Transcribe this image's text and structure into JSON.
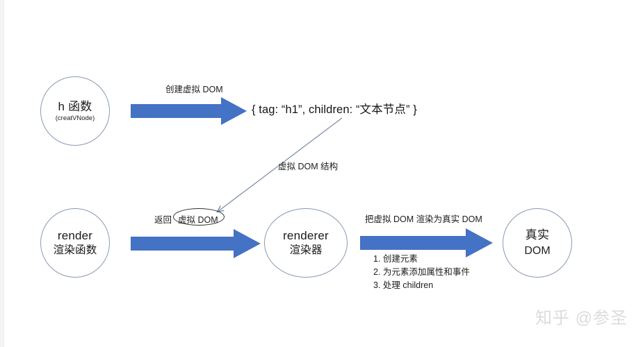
{
  "diagram": {
    "background_color": "#ffffff",
    "arrow_color": "#4472C4",
    "circle_stroke_color": "#8a99b3",
    "connector_color": "#7b8aa5",
    "nodes": [
      {
        "id": "h",
        "title": "h 函数",
        "subtitle": "(creatVNode)"
      },
      {
        "id": "render",
        "title": "render",
        "subtitle": "渲染函数"
      },
      {
        "id": "renderer",
        "title": "renderer",
        "subtitle": "渲染器"
      },
      {
        "id": "realdom",
        "title": "真实",
        "subtitle": "DOM"
      }
    ],
    "code_box": "{ tag: “h1”, children: “文本节点” }",
    "arrows": [
      {
        "id": "create-vdom",
        "label": "创建虚拟 DOM"
      },
      {
        "id": "return-vdom",
        "label_prefix": "返回",
        "label_tag": "虚拟 DOM"
      },
      {
        "id": "render-to-real",
        "label": "把虚拟 DOM 渲染为真实 DOM"
      }
    ],
    "connector_label": "虚拟 DOM 结构",
    "steps": [
      "1. 创建元素",
      "2. 为元素添加属性和事件",
      "3. 处理 children"
    ]
  },
  "watermark": "知乎 @参圣"
}
